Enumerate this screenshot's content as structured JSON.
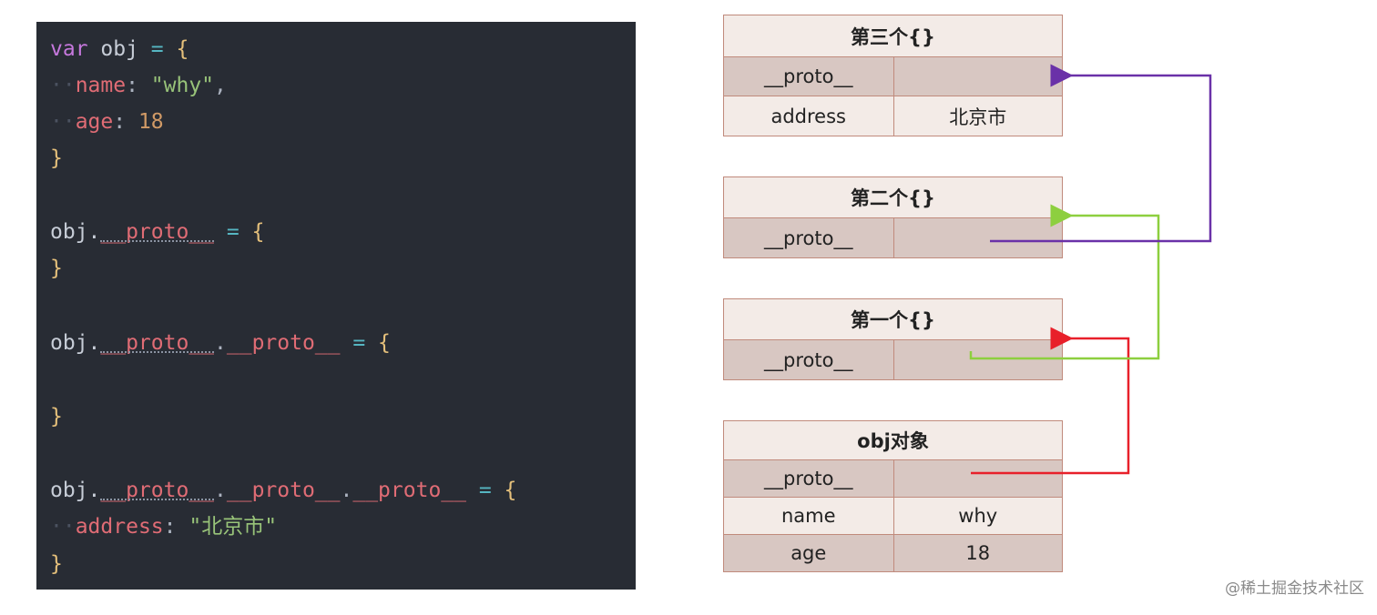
{
  "code": {
    "lines": [
      {
        "tokens": [
          {
            "t": "var",
            "c": "kw"
          },
          {
            "t": " obj ",
            "c": "var"
          },
          {
            "t": "=",
            "c": "op"
          },
          {
            "t": " {",
            "c": "brace"
          }
        ]
      },
      {
        "tokens": [
          {
            "t": "  ",
            "c": "indent"
          },
          {
            "t": "name",
            "c": "prop"
          },
          {
            "t": ": ",
            "c": "punc"
          },
          {
            "t": "\"why\"",
            "c": "str"
          },
          {
            "t": ",",
            "c": "punc"
          }
        ]
      },
      {
        "tokens": [
          {
            "t": "  ",
            "c": "indent"
          },
          {
            "t": "age",
            "c": "prop"
          },
          {
            "t": ": ",
            "c": "punc"
          },
          {
            "t": "18",
            "c": "num"
          }
        ]
      },
      {
        "tokens": [
          {
            "t": "}",
            "c": "brace"
          }
        ]
      },
      {
        "tokens": []
      },
      {
        "tokens": [
          {
            "t": "obj.",
            "c": "var"
          },
          {
            "t": "__proto__",
            "c": "prop",
            "dots": true
          },
          {
            "t": " = ",
            "c": "op"
          },
          {
            "t": "{",
            "c": "brace"
          }
        ]
      },
      {
        "tokens": [
          {
            "t": "}",
            "c": "brace"
          }
        ]
      },
      {
        "tokens": []
      },
      {
        "tokens": [
          {
            "t": "obj.",
            "c": "var"
          },
          {
            "t": "__proto__",
            "c": "prop",
            "dots": true
          },
          {
            "t": ".",
            "c": "punc"
          },
          {
            "t": "__proto__",
            "c": "prop"
          },
          {
            "t": " = ",
            "c": "op"
          },
          {
            "t": "{",
            "c": "brace"
          }
        ]
      },
      {
        "tokens": []
      },
      {
        "tokens": [
          {
            "t": "}",
            "c": "brace"
          }
        ]
      },
      {
        "tokens": []
      },
      {
        "tokens": [
          {
            "t": "obj.",
            "c": "var"
          },
          {
            "t": "__proto__",
            "c": "prop",
            "dots": true
          },
          {
            "t": ".",
            "c": "punc"
          },
          {
            "t": "__proto__",
            "c": "prop"
          },
          {
            "t": ".",
            "c": "punc"
          },
          {
            "t": "__proto__",
            "c": "prop"
          },
          {
            "t": " = ",
            "c": "op"
          },
          {
            "t": "{",
            "c": "brace"
          }
        ]
      },
      {
        "tokens": [
          {
            "t": "  ",
            "c": "indent"
          },
          {
            "t": "address",
            "c": "prop"
          },
          {
            "t": ": ",
            "c": "punc"
          },
          {
            "t": "\"北京市\"",
            "c": "str"
          }
        ]
      },
      {
        "tokens": [
          {
            "t": "}",
            "c": "brace"
          }
        ]
      }
    ]
  },
  "diagram": {
    "third": {
      "title": "第三个{}",
      "proto_label": "__proto__",
      "proto_value": "",
      "address_label": "address",
      "address_value": "北京市"
    },
    "second": {
      "title": "第二个{}",
      "proto_label": "__proto__",
      "proto_value": ""
    },
    "first": {
      "title": "第一个{}",
      "proto_label": "__proto__",
      "proto_value": ""
    },
    "obj": {
      "title": "obj对象",
      "proto_label": "__proto__",
      "proto_value": "",
      "name_label": "name",
      "name_value": "why",
      "age_label": "age",
      "age_value": "18"
    }
  },
  "colors": {
    "arrow_obj_to_first": "#e8202a",
    "arrow_first_to_second": "#8dcf3f",
    "arrow_second_to_third": "#6a31a8"
  },
  "watermark": "@稀土掘金技术社区"
}
